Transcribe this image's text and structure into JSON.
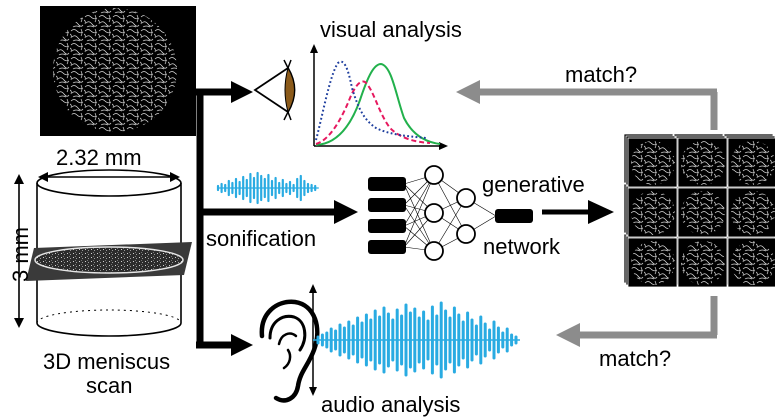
{
  "labels": {
    "visual_analysis": "visual analysis",
    "audio_analysis": "audio analysis",
    "sonification": "sonification",
    "generative": "generative",
    "network": "network",
    "match_top": "match?",
    "match_bottom": "match?",
    "diameter": "2.32 mm",
    "height": "3 mm",
    "scan_line1": "3D meniscus",
    "scan_line2": "scan"
  },
  "colors": {
    "sound_blue": "#29abe2",
    "feedback_gray": "#8c8c8c",
    "curve_green": "#22b14c",
    "curve_pink": "#e6195f",
    "curve_navy": "#1f3f9e",
    "iris_brown": "#8b5a1a",
    "ink": "#000000"
  },
  "icons": [
    "eye-icon",
    "ear-icon",
    "waveform-icon",
    "neural-network-icon",
    "cylinder-icon"
  ]
}
